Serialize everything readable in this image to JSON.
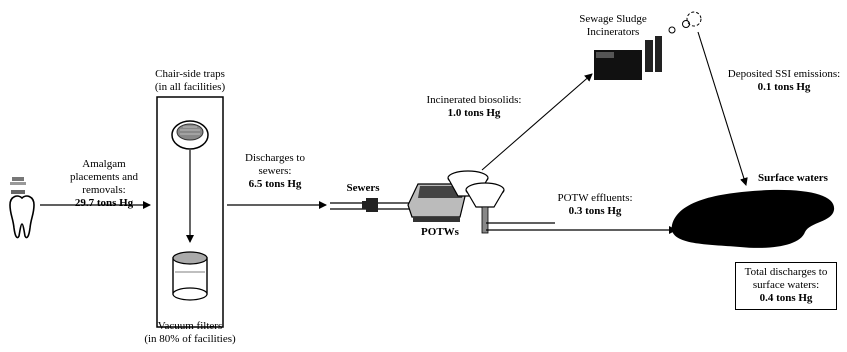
{
  "labels": {
    "amalgam_line1": "Amalgam",
    "amalgam_line2": "placements and",
    "amalgam_line3": "removals:",
    "amalgam_value": "29.7 tons Hg",
    "chairside_line1": "Chair-side traps",
    "chairside_line2": "(in all facilities)",
    "vacuum_line1": "Vacuum filters",
    "vacuum_line2": "(in 80% of facilities)",
    "discharge_line1": "Discharges to",
    "discharge_line2": "sewers:",
    "discharge_value": "6.5 tons Hg",
    "sewers": "Sewers",
    "potws": "POTWs",
    "incinerated_line1": "Incinerated biosolids:",
    "incinerated_value": "1.0 tons Hg",
    "ssi_line1": "Sewage Sludge",
    "ssi_line2": "Incinerators",
    "deposited_line1": "Deposited SSI emissions:",
    "deposited_value": "0.1 tons Hg",
    "effluent_line1": "POTW effluents:",
    "effluent_value": "0.3 tons Hg",
    "surface_waters": "Surface waters",
    "total_line1": "Total discharges to",
    "total_line2": "surface waters:",
    "total_value": "0.4 tons Hg"
  }
}
